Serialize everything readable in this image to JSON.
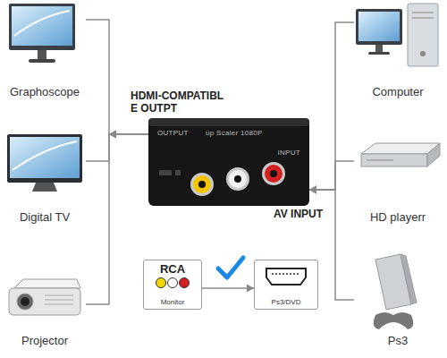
{
  "diagram": {
    "nodes": [
      {
        "text": [
          "Graphoscope"
        ]
      },
      {
        "text": [
          "Computer"
        ]
      },
      {
        "text": [
          "OUTPUT",
          "up Scaler 1080P",
          "INPUT"
        ]
      },
      {
        "text": [
          "Digital TV"
        ]
      },
      {
        "text": [
          "HD playerr"
        ]
      },
      {
        "text": [
          "Projector"
        ]
      },
      {
        "text": [
          "RCA",
          "Monitor"
        ]
      },
      {
        "text": [
          "Ps3/DVD"
        ]
      },
      {
        "text": [
          "Ps3"
        ]
      }
    ],
    "edges": [
      {
        "from": 2,
        "to": 0,
        "arrow": "to"
      },
      {
        "from": 2,
        "to": 3,
        "arrow": "to"
      },
      {
        "from": 2,
        "to": 5,
        "arrow": "to"
      },
      {
        "from": 1,
        "to": 2,
        "arrow": "to"
      },
      {
        "from": 4,
        "to": 2,
        "arrow": "to"
      },
      {
        "from": 8,
        "to": 2,
        "arrow": "to"
      },
      {
        "from": 6,
        "to": 7,
        "arrow": "to"
      }
    ],
    "labels": [
      "HDMI-COMPATIBL E OUTPT",
      "AV INPUT"
    ]
  }
}
